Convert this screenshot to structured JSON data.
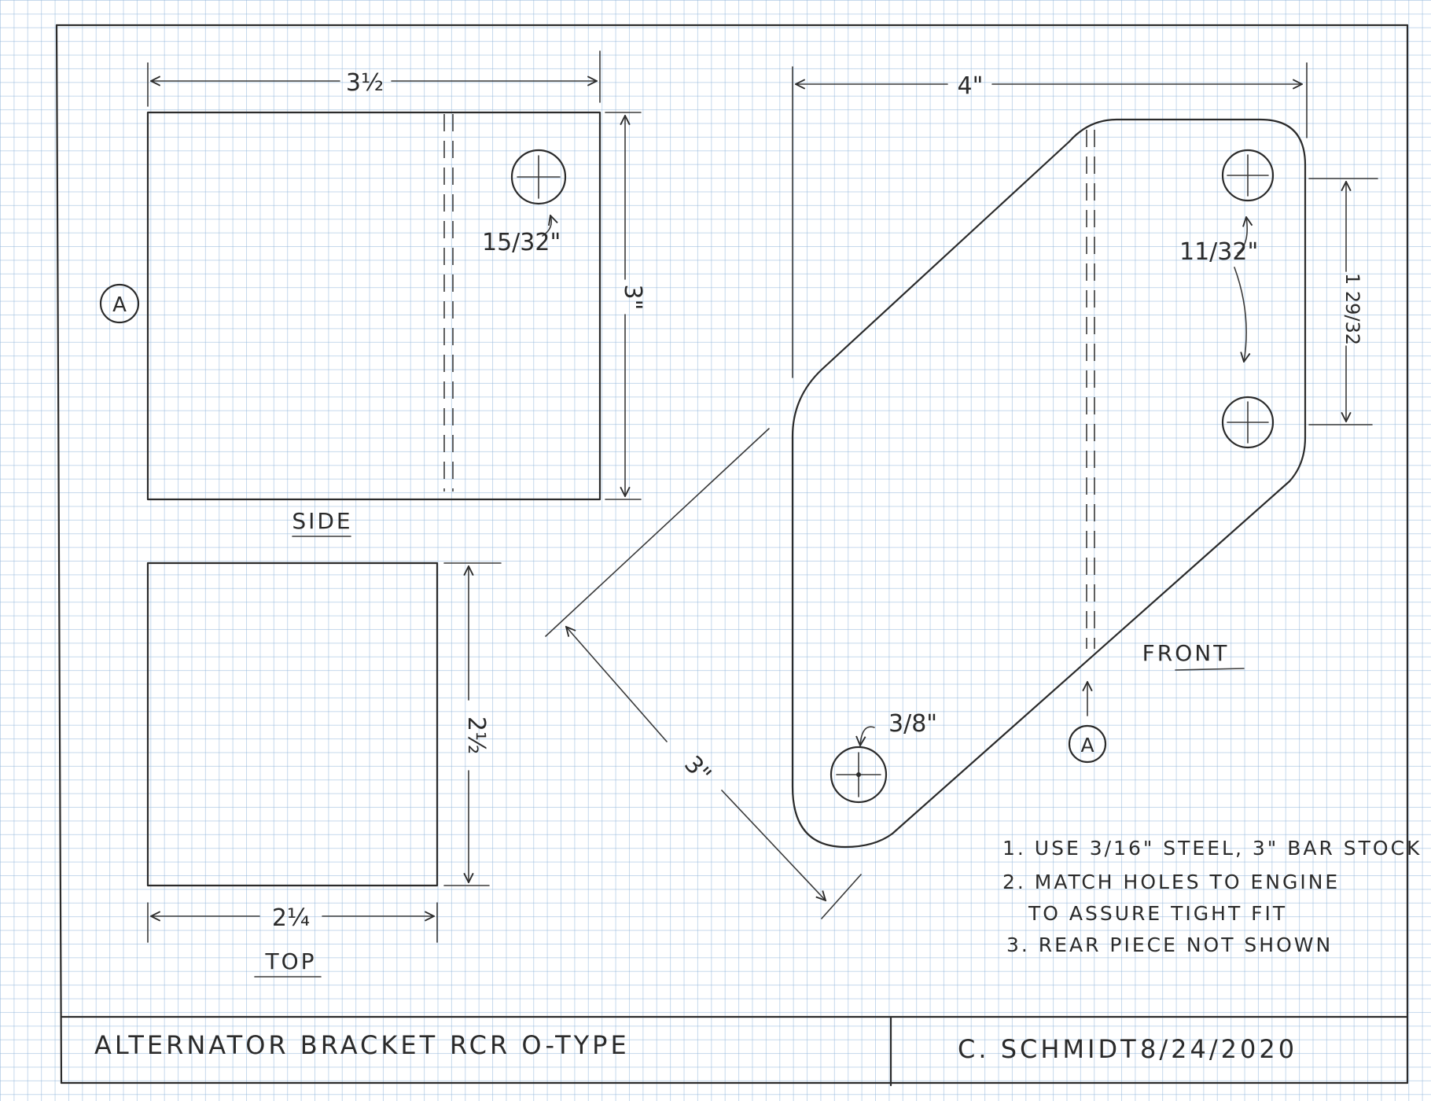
{
  "side_view": {
    "label": "SIDE",
    "width_dim": "3½",
    "height_dim": "3\"",
    "hole_dim": "15/32\"",
    "datum": "A"
  },
  "top_view": {
    "label": "TOP",
    "width_dim": "2¼",
    "height_dim": "2½"
  },
  "front_view": {
    "label": "FRONT",
    "width_dim": "4\"",
    "bar_width_dim": "3\"",
    "hole_top_dim": "11/32\"",
    "hole_spacing_dim": "1 29/32",
    "hole_bottom_dim": "3/8\"",
    "datum": "A"
  },
  "notes": [
    "1. USE 3/16\" STEEL, 3\" BAR STOCK",
    "2. MATCH HOLES TO ENGINE",
    "TO ASSURE TIGHT FIT",
    "3. REAR PIECE NOT SHOWN"
  ],
  "title_block": {
    "part_name": "ALTERNATOR BRACKET",
    "vehicle": "RCR O-TYPE",
    "author": "C. SCHMIDT",
    "date": "8/24/2020"
  }
}
